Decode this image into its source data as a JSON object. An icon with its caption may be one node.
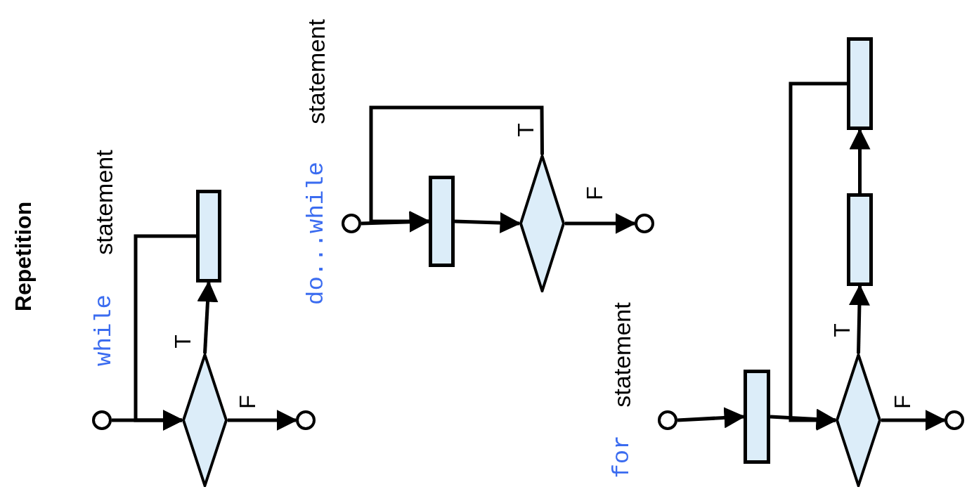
{
  "diagram": {
    "title": "Repetition",
    "nodes": [
      {
        "text": [],
        "shape": "circle"
      },
      {
        "text": [],
        "shape": "diamond"
      },
      {
        "text": [],
        "shape": "circle"
      },
      {
        "text": [],
        "shape": "box"
      },
      {
        "text": [],
        "shape": "circle"
      },
      {
        "text": [],
        "shape": "box"
      },
      {
        "text": [],
        "shape": "diamond"
      },
      {
        "text": [],
        "shape": "circle"
      },
      {
        "text": [],
        "shape": "circle"
      },
      {
        "text": [],
        "shape": "box"
      },
      {
        "text": [],
        "shape": "diamond"
      },
      {
        "text": [],
        "shape": "circle"
      },
      {
        "text": [],
        "shape": "box"
      },
      {
        "text": [],
        "shape": "box"
      }
    ],
    "edges": [
      {
        "from": 0,
        "to": 1,
        "arrow": "to"
      },
      {
        "from": 1,
        "to": 2,
        "arrow": "to",
        "label": "F"
      },
      {
        "from": 1,
        "to": 3,
        "arrow": "to",
        "label": "T"
      },
      {
        "from": 3,
        "to": 1,
        "arrow": "to"
      },
      {
        "from": 4,
        "to": 5,
        "arrow": "to"
      },
      {
        "from": 5,
        "to": 6,
        "arrow": "to"
      },
      {
        "from": 6,
        "to": 7,
        "arrow": "to",
        "label": "F"
      },
      {
        "from": 6,
        "to": 5,
        "arrow": "to",
        "label": "T"
      },
      {
        "from": 8,
        "to": 9,
        "arrow": "to"
      },
      {
        "from": 9,
        "to": 10,
        "arrow": "to"
      },
      {
        "from": 10,
        "to": 11,
        "arrow": "to",
        "label": "F"
      },
      {
        "from": 10,
        "to": 12,
        "arrow": "to",
        "label": "T"
      },
      {
        "from": 12,
        "to": 13,
        "arrow": "to"
      },
      {
        "from": 13,
        "to": 10,
        "arrow": "to"
      }
    ],
    "labels": [
      "while",
      "statement",
      "do...while",
      "statement",
      "for",
      "statement"
    ]
  }
}
